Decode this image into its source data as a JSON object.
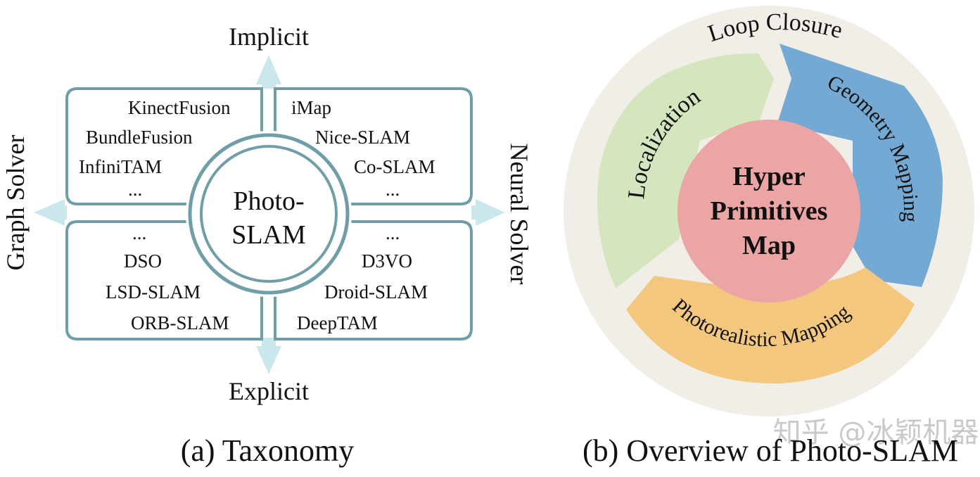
{
  "panel_a": {
    "caption": "(a) Taxonomy",
    "axes": {
      "top": "Implicit",
      "bottom": "Explicit",
      "left": "Graph Solver",
      "right": "Neural Solver"
    },
    "center": [
      "Photo-",
      "SLAM"
    ],
    "quadrants": {
      "top_left": [
        "KinectFusion",
        "BundleFusion",
        "InfiniTAM",
        "..."
      ],
      "top_right": [
        "iMap",
        "Nice-SLAM",
        "Co-SLAM",
        "..."
      ],
      "bottom_left": [
        "...",
        "DSO",
        "LSD-SLAM",
        "ORB-SLAM"
      ],
      "bottom_right": [
        "...",
        "D3VO",
        "Droid-SLAM",
        "DeepTAM"
      ]
    }
  },
  "panel_b": {
    "caption": "(b) Overview of Photo-SLAM",
    "outer_ring": "Loop Closure",
    "segments": {
      "localization": "Localization",
      "geometry": "Geometry Mapping",
      "photorealistic": "Photorealistic Mapping"
    },
    "center": [
      "Hyper",
      "Primitives",
      "Map"
    ]
  },
  "watermark": "知乎 @冰颖机器人",
  "colors": {
    "box_stroke": "#6f9ea8",
    "arrow": "#cbe7ee",
    "ring": "#f1eee7",
    "localization": "#d5e6be",
    "geometry": "#74a9d3",
    "photorealistic": "#f4c77e",
    "center": "#eba5a5"
  }
}
